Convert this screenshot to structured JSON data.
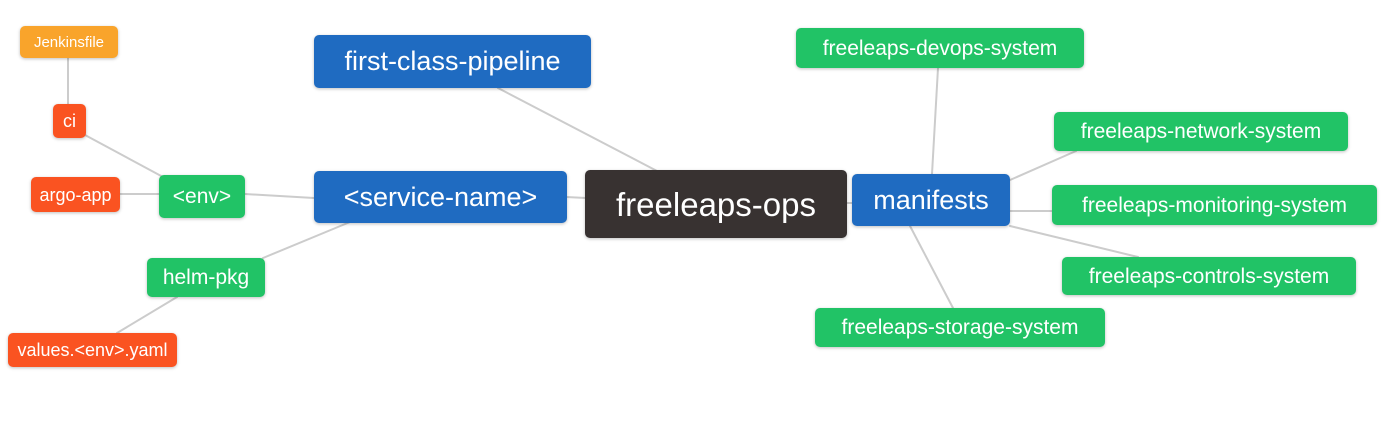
{
  "diagram": {
    "type": "mindmap",
    "background_color": "#ffffff",
    "edge_color": "#cccccc",
    "text_color": "#ffffff",
    "palette": {
      "root": "#383231",
      "branch_blue": "#1f6bc1",
      "green": "#21c366",
      "red_orange": "#fa5321",
      "orange": "#f9a42b"
    },
    "root_label": "freeleaps-ops",
    "nodes": [
      {
        "id": "jenkinsfile",
        "label": "Jenkinsfile",
        "color_role": "orange",
        "parent": "ci"
      },
      {
        "id": "ci",
        "label": "ci",
        "color_role": "red_orange",
        "parent": "env"
      },
      {
        "id": "argo-app",
        "label": "argo-app",
        "color_role": "red_orange",
        "parent": "env"
      },
      {
        "id": "env",
        "label": "<env>",
        "color_role": "green",
        "parent": "service-name"
      },
      {
        "id": "helm-pkg",
        "label": "helm-pkg",
        "color_role": "green",
        "parent": "service-name"
      },
      {
        "id": "values-env-yaml",
        "label": "values.<env>.yaml",
        "color_role": "red_orange",
        "parent": "helm-pkg"
      },
      {
        "id": "first-class-pipeline",
        "label": "first-class-pipeline",
        "color_role": "branch_blue",
        "parent": "freeleaps-ops"
      },
      {
        "id": "service-name",
        "label": "<service-name>",
        "color_role": "branch_blue",
        "parent": "freeleaps-ops"
      },
      {
        "id": "freeleaps-ops",
        "label": "freeleaps-ops",
        "color_role": "root",
        "parent": null
      },
      {
        "id": "manifests",
        "label": "manifests",
        "color_role": "branch_blue",
        "parent": "freeleaps-ops"
      },
      {
        "id": "freeleaps-devops-system",
        "label": "freeleaps-devops-system",
        "color_role": "green",
        "parent": "manifests"
      },
      {
        "id": "freeleaps-network-system",
        "label": "freeleaps-network-system",
        "color_role": "green",
        "parent": "manifests"
      },
      {
        "id": "freeleaps-monitoring-system",
        "label": "freeleaps-monitoring-system",
        "color_role": "green",
        "parent": "manifests"
      },
      {
        "id": "freeleaps-controls-system",
        "label": "freeleaps-controls-system",
        "color_role": "green",
        "parent": "manifests"
      },
      {
        "id": "freeleaps-storage-system",
        "label": "freeleaps-storage-system",
        "color_role": "green",
        "parent": "manifests"
      }
    ],
    "edges": [
      [
        "ci",
        "jenkinsfile"
      ],
      [
        "env",
        "ci"
      ],
      [
        "env",
        "argo-app"
      ],
      [
        "service-name",
        "env"
      ],
      [
        "service-name",
        "helm-pkg"
      ],
      [
        "helm-pkg",
        "values-env-yaml"
      ],
      [
        "freeleaps-ops",
        "first-class-pipeline"
      ],
      [
        "freeleaps-ops",
        "service-name"
      ],
      [
        "freeleaps-ops",
        "manifests"
      ],
      [
        "manifests",
        "freeleaps-devops-system"
      ],
      [
        "manifests",
        "freeleaps-network-system"
      ],
      [
        "manifests",
        "freeleaps-monitoring-system"
      ],
      [
        "manifests",
        "freeleaps-controls-system"
      ],
      [
        "manifests",
        "freeleaps-storage-system"
      ]
    ]
  }
}
